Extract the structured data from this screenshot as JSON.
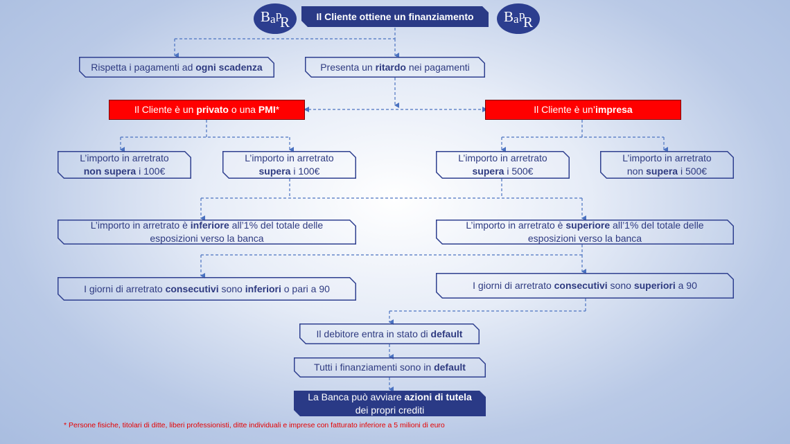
{
  "logo": {
    "letters": [
      "B",
      "a",
      "p",
      "R"
    ]
  },
  "title": "Il Cliente ottiene un finanziamento",
  "row1": {
    "left": {
      "pre": "Rispetta i pagamenti ad ",
      "bold": "ogni scadenza",
      "post": ""
    },
    "right": {
      "pre": "Presenta un ",
      "bold": "ritardo",
      "post": " nei pagamenti"
    }
  },
  "row2": {
    "left": {
      "pre": "Il Cliente è un ",
      "bold1": "privato",
      "mid": " o una ",
      "bold2": "PMI",
      "post": "*"
    },
    "right": {
      "pre": "Il Cliente è un’",
      "bold": "impresa"
    }
  },
  "row3": [
    {
      "line1": "L’importo in arretrato",
      "bold": "non supera",
      "post": " i 100€"
    },
    {
      "line1": "L’importo in arretrato",
      "bold": "supera",
      "post": " i 100€"
    },
    {
      "line1": "L’importo in arretrato",
      "bold": "supera",
      "post": " i 500€"
    },
    {
      "line1": "L’importo in arretrato",
      "pre": "non ",
      "bold": "supera",
      "post": " i 500€"
    }
  ],
  "row4": {
    "left": {
      "pre": "L’importo in arretrato è ",
      "bold": "inferiore",
      "post": " all’1% del totale delle",
      "line2": "esposizioni verso la banca"
    },
    "right": {
      "pre": "L’importo in arretrato è ",
      "bold": "superiore",
      "post": " all’1% del totale delle",
      "line2": "esposizioni verso la banca"
    }
  },
  "row5": {
    "left": {
      "pre": "I giorni di arretrato ",
      "bold1": "consecutivi",
      "mid": " sono ",
      "bold2": "inferiori",
      "post": " o pari a 90"
    },
    "right": {
      "pre": "I giorni di arretrato ",
      "bold1": "consecutivi",
      "mid": " sono ",
      "bold2": "superiori",
      "post": " a 90"
    }
  },
  "default1": {
    "pre": "Il  debitore entra in stato di ",
    "bold": "default"
  },
  "default2": {
    "pre": "Tutti i finanziamenti sono in ",
    "bold": "default"
  },
  "final": {
    "pre": "La Banca può avviare ",
    "bold": "azioni di tutela",
    "line2": "dei propri crediti"
  },
  "footnote": "* Persone fisiche, titolari di ditte, liberi professionisti, ditte individuali e imprese con fatturato inferiore a 5 milioni di euro",
  "colors": {
    "box_border": "#2e3f8f",
    "dark": "#2a3a86",
    "red": "#ff0000",
    "footnote": "#e60000"
  }
}
